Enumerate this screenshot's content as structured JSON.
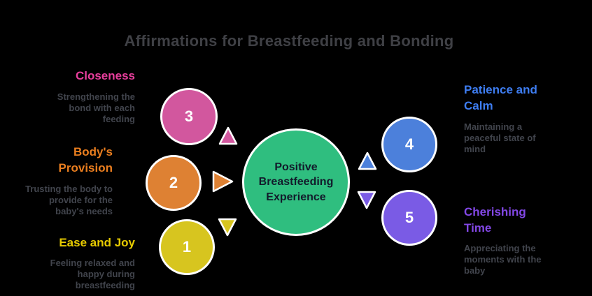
{
  "title": "Affirmations for Breastfeeding and Bonding",
  "center": {
    "label": "Positive\nBreastfeeding\nExperience",
    "color": "#2fbe7f",
    "text_color": "#121b2b"
  },
  "items": [
    {
      "number": "1",
      "heading": "Ease and Joy",
      "description": "Feeling relaxed and\nhappy during\nbreastfeeding",
      "circle_color": "#d7c51f",
      "heading_color": "#e7cb00",
      "arrow_direction": "down",
      "side": "left"
    },
    {
      "number": "2",
      "heading": "Body's\nProvision",
      "description": "Trusting the body to\nprovide for the\nbaby's needs",
      "circle_color": "#de8133",
      "heading_color": "#ea7e1f",
      "arrow_direction": "right",
      "side": "left"
    },
    {
      "number": "3",
      "heading": "Closeness",
      "description": "Strengthening the\nbond with each\nfeeding",
      "circle_color": "#d2579e",
      "heading_color": "#e83e9c",
      "arrow_direction": "up",
      "side": "left"
    },
    {
      "number": "4",
      "heading": "Patience and\nCalm",
      "description": "Maintaining a\npeaceful state of\nmind",
      "circle_color": "#4c80db",
      "heading_color": "#3e7df1",
      "arrow_direction": "up",
      "side": "right"
    },
    {
      "number": "5",
      "heading": "Cherishing\nTime",
      "description": "Appreciating the\nmoments with the\nbaby",
      "circle_color": "#7a5be5",
      "heading_color": "#8247e5",
      "arrow_direction": "down",
      "side": "right"
    }
  ],
  "colors": {
    "background": "#000000",
    "title": "#3f4045",
    "description": "#41444c",
    "circle_border": "#ffffff"
  }
}
